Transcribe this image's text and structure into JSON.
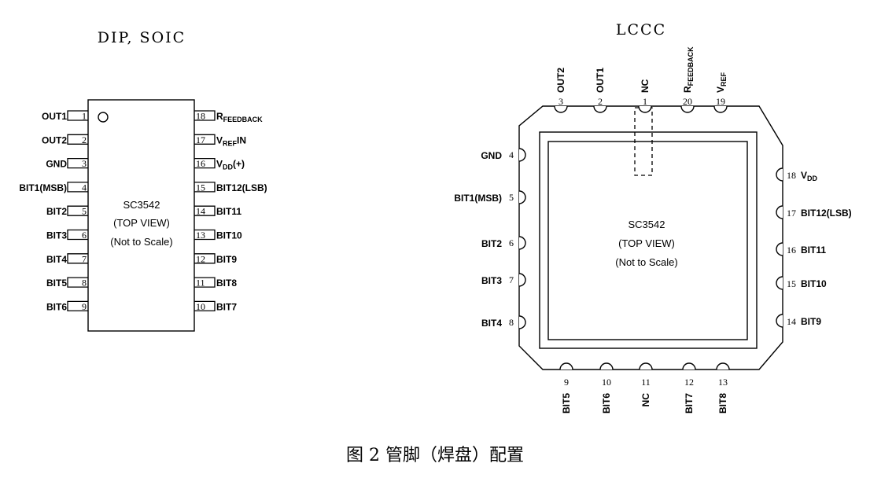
{
  "dip": {
    "title": "DIP, SOIC",
    "center": [
      "SC3542",
      "(TOP VIEW)",
      "(Not to Scale)"
    ],
    "left_pins": [
      {
        "num": "1",
        "label": "OUT1"
      },
      {
        "num": "2",
        "label": "OUT2"
      },
      {
        "num": "3",
        "label": "GND"
      },
      {
        "num": "4",
        "label": "BIT1(MSB)"
      },
      {
        "num": "5",
        "label": "BIT2"
      },
      {
        "num": "6",
        "label": "BIT3"
      },
      {
        "num": "7",
        "label": "BIT4"
      },
      {
        "num": "8",
        "label": "BIT5"
      },
      {
        "num": "9",
        "label": "BIT6"
      }
    ],
    "right_pins": [
      {
        "num": "18",
        "label": "R",
        "sub": "FEEDBACK"
      },
      {
        "num": "17",
        "label": "V",
        "sub": "REF",
        "suffix": "IN"
      },
      {
        "num": "16",
        "label": "V",
        "sub": "DD",
        "suffix": "(+)"
      },
      {
        "num": "15",
        "label": "BIT12(LSB)"
      },
      {
        "num": "14",
        "label": "BIT11"
      },
      {
        "num": "13",
        "label": "BIT10"
      },
      {
        "num": "12",
        "label": "BIT9"
      },
      {
        "num": "11",
        "label": "BIT8"
      },
      {
        "num": "10",
        "label": "BIT7"
      }
    ]
  },
  "lccc": {
    "title": "LCCC",
    "center": [
      "SC3542",
      "(TOP VIEW)",
      "(Not to Scale)"
    ],
    "top_pins": [
      {
        "num": "3",
        "label": "OUT2"
      },
      {
        "num": "2",
        "label": "OUT1"
      },
      {
        "num": "1",
        "label": "NC"
      },
      {
        "num": "20",
        "label": "R",
        "sub": "FEEDBACK"
      },
      {
        "num": "19",
        "label": "V",
        "sub": "REF"
      }
    ],
    "left_pins": [
      {
        "num": "4",
        "label": "GND"
      },
      {
        "num": "5",
        "label": "BIT1(MSB)"
      },
      {
        "num": "6",
        "label": "BIT2"
      },
      {
        "num": "7",
        "label": "BIT3"
      },
      {
        "num": "8",
        "label": "BIT4"
      }
    ],
    "right_pins": [
      {
        "num": "18",
        "label": "V",
        "sub": "DD"
      },
      {
        "num": "17",
        "label": "BIT12(LSB)"
      },
      {
        "num": "16",
        "label": "BIT11"
      },
      {
        "num": "15",
        "label": "BIT10"
      },
      {
        "num": "14",
        "label": "BIT9"
      }
    ],
    "bottom_pins": [
      {
        "num": "9",
        "label": "BIT5"
      },
      {
        "num": "10",
        "label": "BIT6"
      },
      {
        "num": "11",
        "label": "NC"
      },
      {
        "num": "12",
        "label": "BIT7"
      },
      {
        "num": "13",
        "label": "BIT8"
      }
    ]
  },
  "caption": "图 2 管脚（焊盘）配置"
}
